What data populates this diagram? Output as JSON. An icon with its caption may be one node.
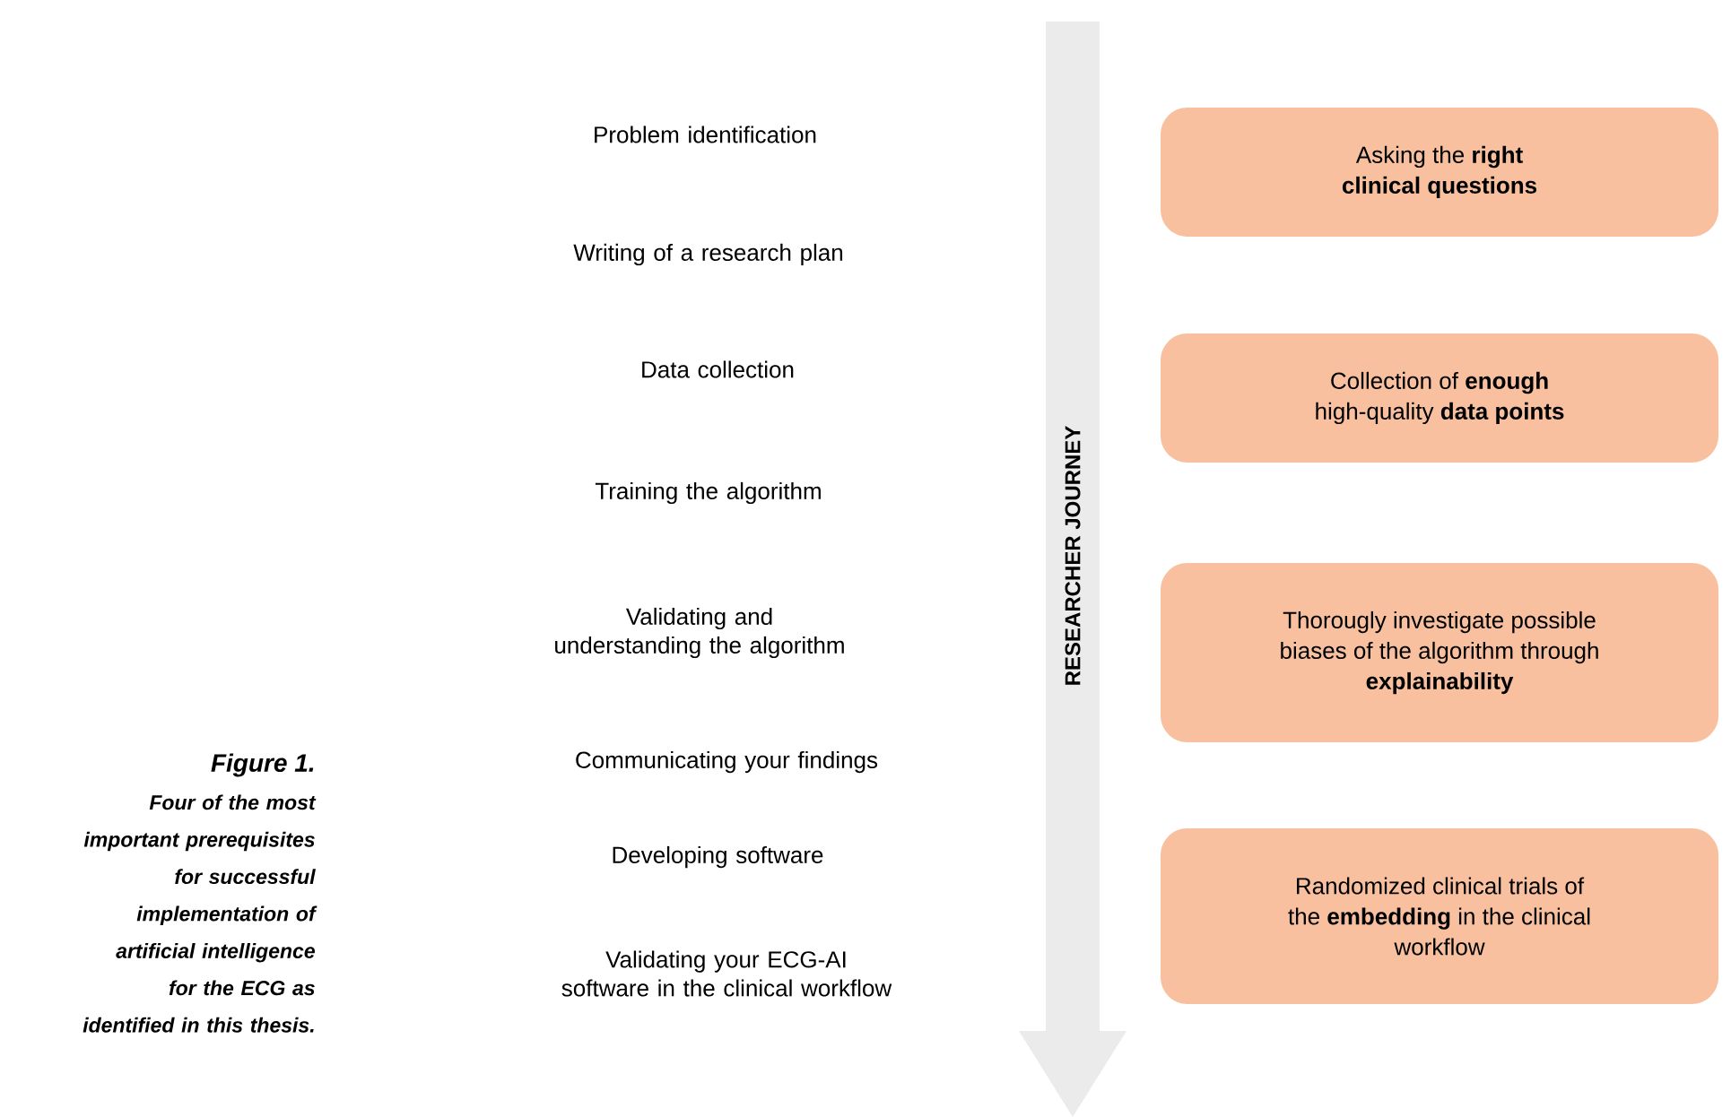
{
  "diagram": {
    "title": "Figure 1.",
    "caption": "Four of the most important prerequisites for successful implementation of artificial intelligence for the ECG as identified in this thesis.",
    "nodes": [
      {
        "text": [
          "Asking the **right** **clinical questions**"
        ]
      },
      {
        "text": [
          "Collection of **enough** high-quality **data points**"
        ]
      },
      {
        "text": [
          "Thorougly investigate possible biases of the algorithm through **explainability**"
        ]
      },
      {
        "text": [
          "Randomized clinical trials of the **embedding** in the clinical workflow"
        ]
      }
    ],
    "labels": [
      "Problem identification",
      "Writing of a research plan",
      "Data collection",
      "Training the algorithm",
      "Validating and understanding the algorithm",
      "Communicating your findings",
      "Developing software",
      "Validating your ECG-AI software in the clinical workflow",
      "RESEARCHER JOURNEY"
    ]
  }
}
